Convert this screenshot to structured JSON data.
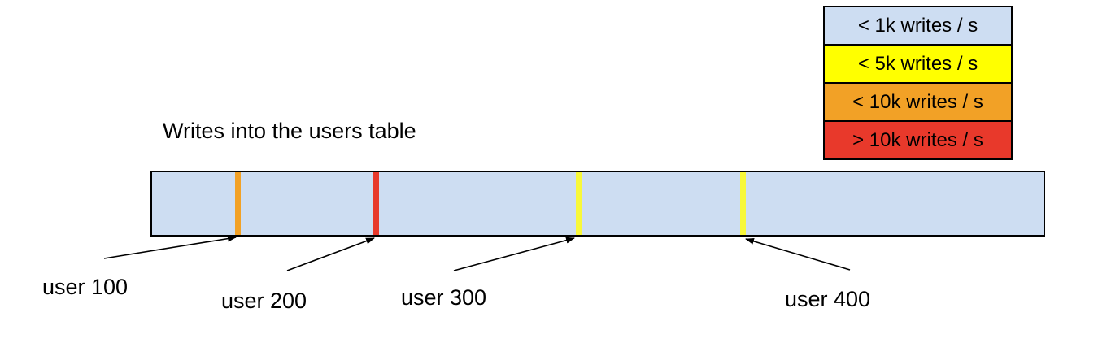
{
  "title": {
    "text": "Writes into the users table"
  },
  "legend": {
    "items": [
      {
        "label": "< 1k writes / s",
        "color": "#cdddf2"
      },
      {
        "label": "< 5k writes / s",
        "color": "#ffff00"
      },
      {
        "label": "< 10k writes / s",
        "color": "#f2a126"
      },
      {
        "label": "> 10k writes / s",
        "color": "#e8392b"
      }
    ]
  },
  "bar": {
    "fill": "#cdddf2",
    "border": "#000000"
  },
  "markers": [
    {
      "user": "user 100",
      "color": "#f2a126",
      "left_css": "102px"
    },
    {
      "user": "user 200",
      "color": "#e8392b",
      "left_css": "272px"
    },
    {
      "user": "user 300",
      "color": "#f8f83a",
      "left_css": "521px"
    },
    {
      "user": "user 400",
      "color": "#f8f83a",
      "left_css": "723px"
    }
  ],
  "user_labels": [
    {
      "text": "user 100"
    },
    {
      "text": "user 200"
    },
    {
      "text": "user 300"
    },
    {
      "text": "user 400"
    }
  ]
}
